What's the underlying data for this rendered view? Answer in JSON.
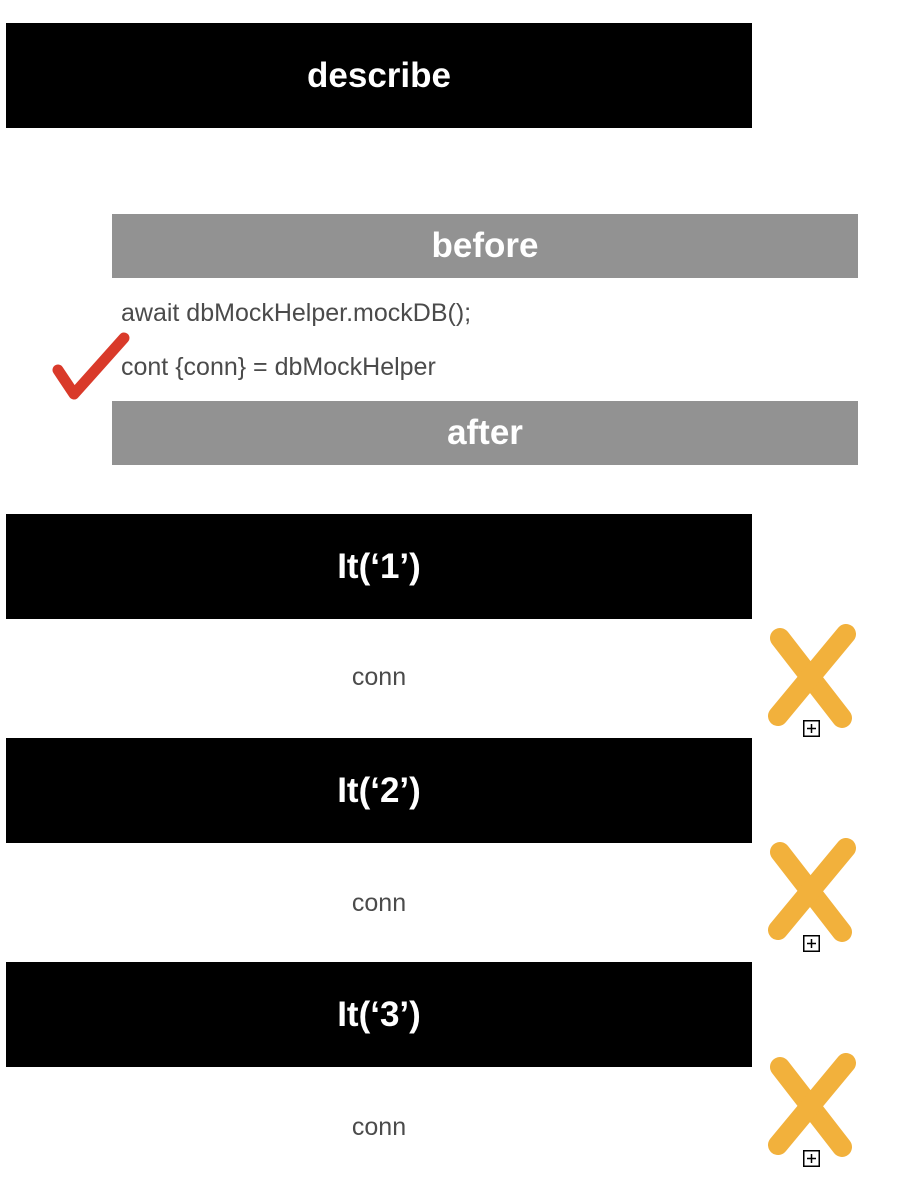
{
  "describe": {
    "label": "describe"
  },
  "before": {
    "label": "before",
    "lines": [
      "await dbMockHelper.mockDB();",
      "cont {conn} = dbMockHelper"
    ]
  },
  "after": {
    "label": "after"
  },
  "tests": [
    {
      "label": "It(‘1’)",
      "body": "conn"
    },
    {
      "label": "It(‘2’)",
      "body": "conn"
    },
    {
      "label": "It(‘3’)",
      "body": "conn"
    }
  ],
  "icons": {
    "check": "checkmark-icon",
    "cross": "cross-icon",
    "expand": "expand-plus-icon"
  },
  "colors": {
    "block_black": "#000000",
    "block_gray": "#929292",
    "text_gray": "#4b4b4b",
    "check_red": "#d93a2a",
    "cross_yellow": "#f2b13c"
  }
}
